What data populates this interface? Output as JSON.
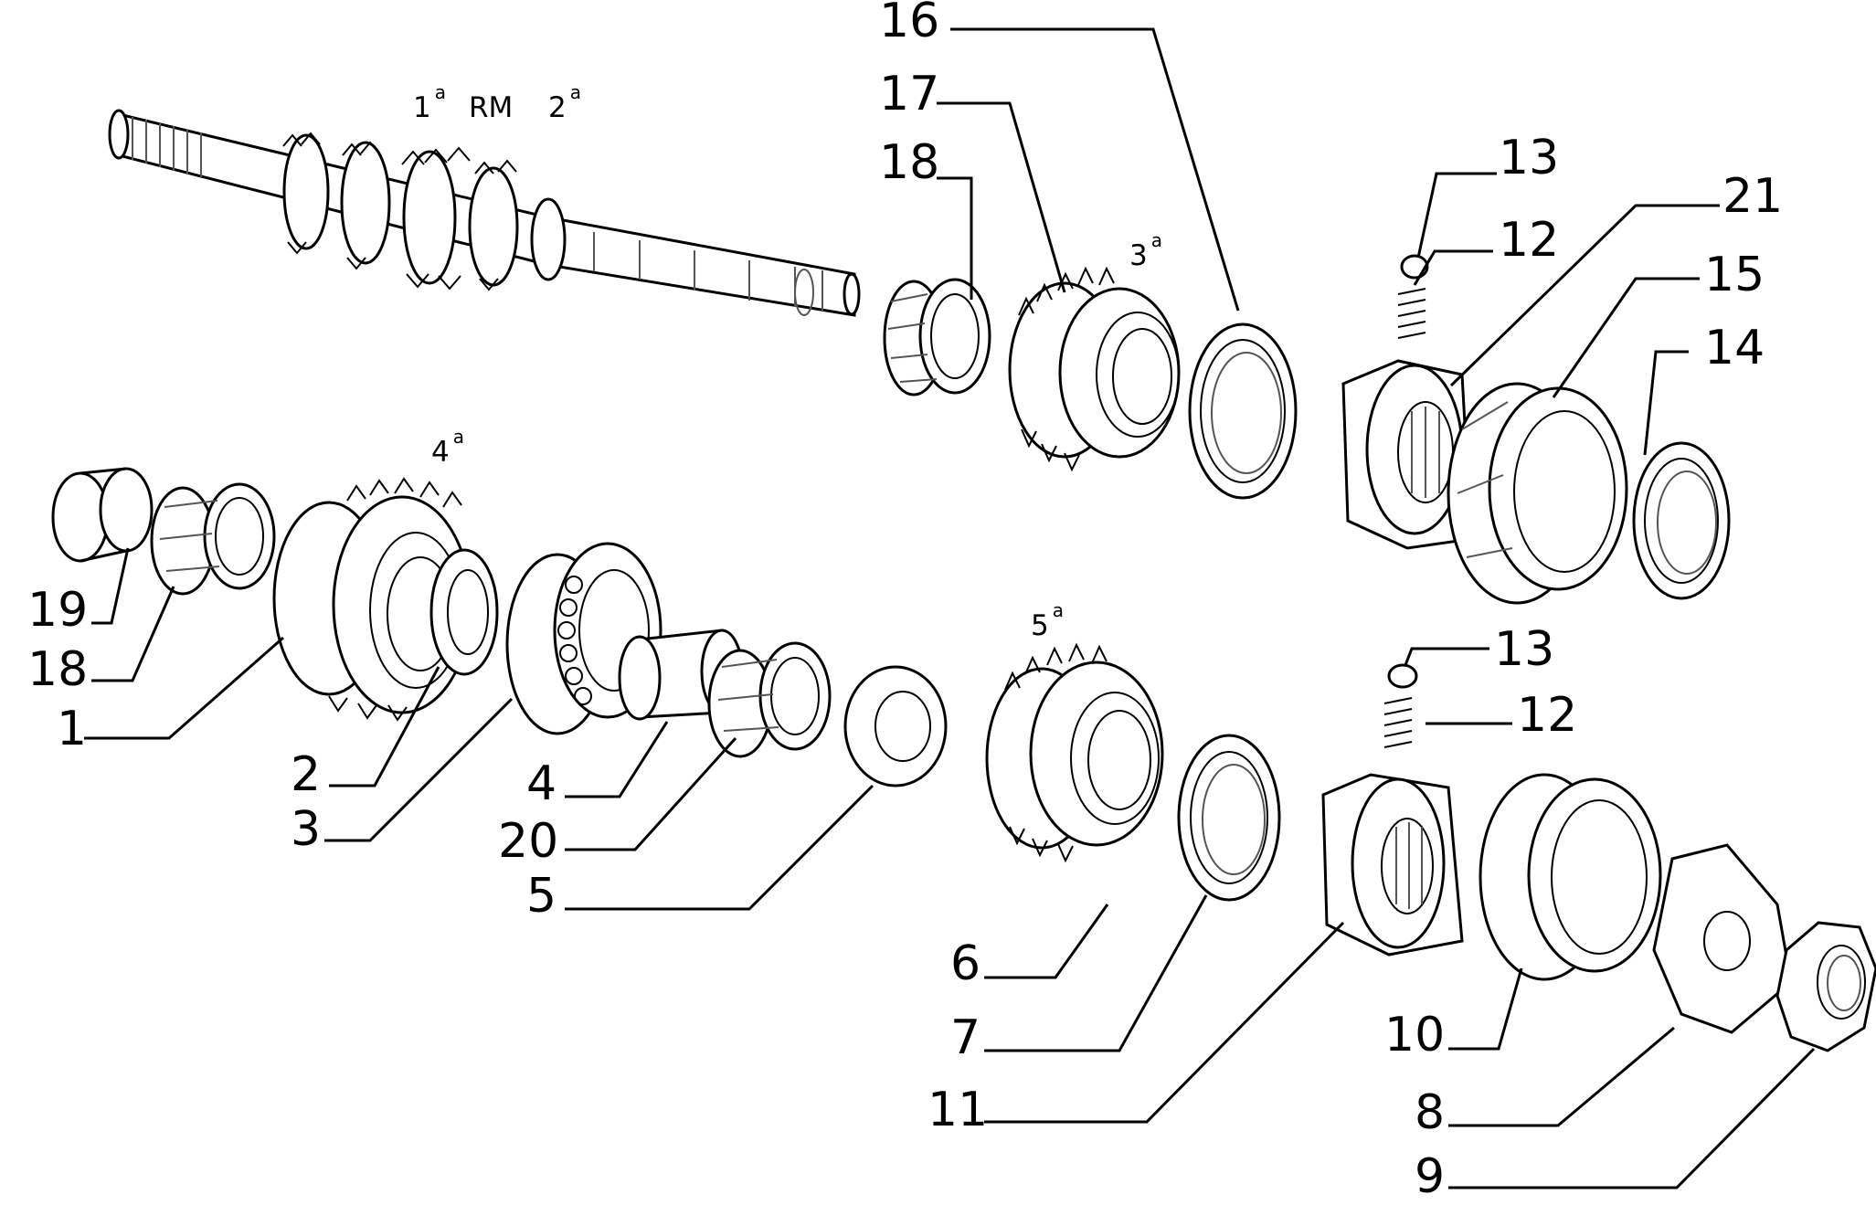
{
  "diagram": {
    "gear_labels": [
      {
        "id": "first",
        "num": "1",
        "sup": "a"
      },
      {
        "id": "reverse",
        "text": "RM"
      },
      {
        "id": "second",
        "num": "2",
        "sup": "a"
      },
      {
        "id": "third",
        "num": "3",
        "sup": "a"
      },
      {
        "id": "fourth",
        "num": "4",
        "sup": "a"
      },
      {
        "id": "fifth",
        "num": "5",
        "sup": "a"
      }
    ],
    "callouts": [
      "16",
      "17",
      "18",
      "13",
      "12",
      "21",
      "15",
      "14",
      "19",
      "18",
      "1",
      "2",
      "3",
      "4",
      "20",
      "5",
      "13",
      "12",
      "6",
      "7",
      "11",
      "10",
      "8",
      "9"
    ]
  }
}
